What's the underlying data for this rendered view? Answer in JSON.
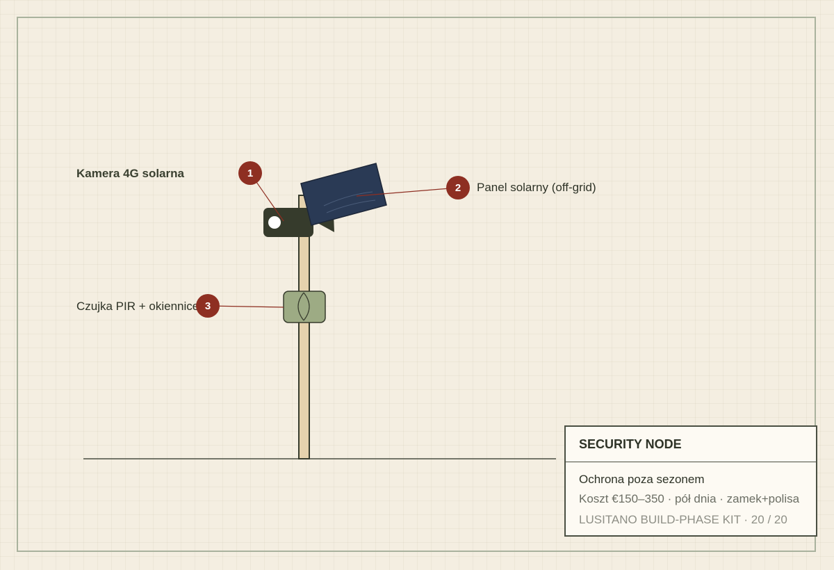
{
  "labels": {
    "camera_title": "Kamera 4G solarna",
    "panel": "Panel solarny (off-grid)",
    "pir": "Czujka PIR + okiennice"
  },
  "badges": [
    "1",
    "2",
    "3"
  ],
  "info_card": {
    "title": "SECURITY NODE",
    "line1": "Ochrona poza sezonem",
    "line2": "Koszt €150–350 · pół dnia · zamek+polisa",
    "line3": "LUSITANO BUILD-PHASE KIT · 20 / 20"
  },
  "colors": {
    "background": "#f4eee1",
    "badge": "#8e2f22",
    "panel": "#2a3a55",
    "camera": "#363b2c",
    "pir": "#9dab84",
    "pole": "#e5d2ad"
  }
}
